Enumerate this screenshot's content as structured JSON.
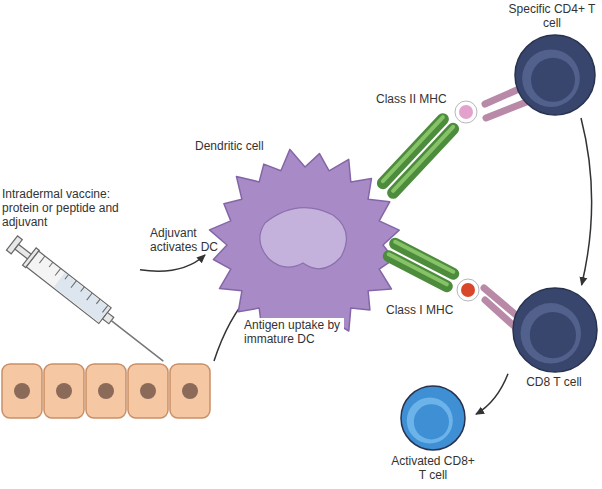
{
  "diagram": {
    "nodes": [
      {
        "text": [
          "Intradermal vaccine: protein or peptide and adjuvant"
        ]
      },
      {
        "text": [
          "Dendritic cell"
        ]
      },
      {
        "text": [
          "Specific CD4+ T cell"
        ]
      },
      {
        "text": [
          "CD8 T cell"
        ]
      },
      {
        "text": [
          "Activated CD8+ T cell"
        ]
      }
    ],
    "edges": [
      {
        "from": 0,
        "to": 1,
        "arrow": "to",
        "label": "Adjuvant activates DC"
      },
      {
        "from": 2,
        "to": 3,
        "arrow": "to"
      },
      {
        "from": 3,
        "to": 4,
        "arrow": "to"
      }
    ],
    "labels": [
      "Antigen uptake by immature DC",
      "Class II MHC",
      "Class I MHC"
    ]
  }
}
